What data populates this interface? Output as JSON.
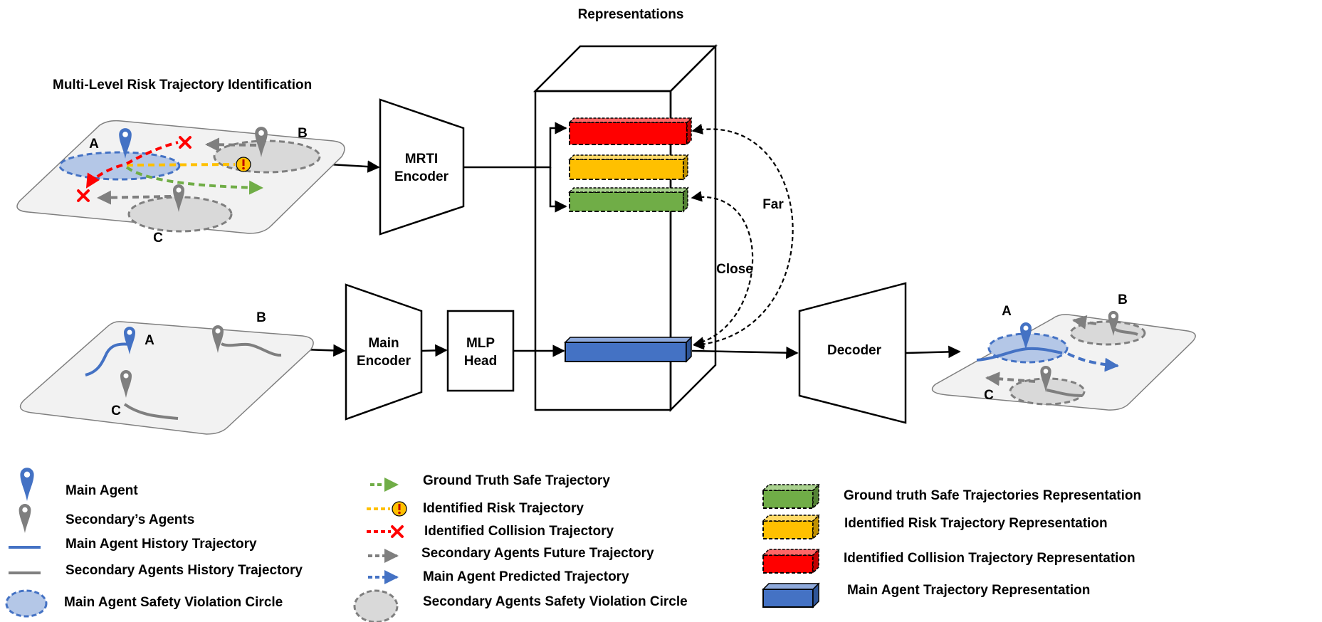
{
  "colors": {
    "main_agent": "#4472C4",
    "main_agent_fill": "#B4C7E7",
    "secondary_agent": "#7F7F7F",
    "secondary_fill": "#D9D9D9",
    "panel_fill": "#F2F2F2",
    "safe_green": "#70AD47",
    "risk_yellow": "#FFC000",
    "collision_red": "#FF0000",
    "warning_icon": "#FFC000",
    "block_green": "#70AD47",
    "block_yellow": "#FFC000",
    "block_red": "#FF0000",
    "block_blue": "#4472C4"
  },
  "titles": {
    "representations": "Representations",
    "mrti_title": "Multi-Level Risk Trajectory Identification"
  },
  "top_scene": {
    "label_a": "A",
    "label_b": "B",
    "label_c": "C"
  },
  "bottom_scene": {
    "label_a": "A",
    "label_b": "B",
    "label_c": "C"
  },
  "output_scene": {
    "label_a": "A",
    "label_b": "B",
    "label_c": "C"
  },
  "modules": {
    "mrti_encoder": [
      "MRTI",
      "Encoder"
    ],
    "main_encoder": [
      "Main",
      "Encoder"
    ],
    "mlp_head": [
      "MLP",
      "Head"
    ],
    "decoder": "Decoder"
  },
  "relations": {
    "far": "Far",
    "close": "Close"
  },
  "legend_left": [
    {
      "icon": "main-agent-pin-icon",
      "label": "Main Agent"
    },
    {
      "icon": "secondary-agent-pin-icon",
      "label": "Secondary’s Agents"
    },
    {
      "icon": "main-history-line-icon",
      "label": "Main Agent History Trajectory"
    },
    {
      "icon": "secondary-history-line-icon",
      "label": "Secondary Agents History Trajectory"
    },
    {
      "icon": "main-safety-circle-icon",
      "label": "Main Agent Safety Violation Circle"
    }
  ],
  "legend_middle": [
    {
      "icon": "green-dashed-arrow-icon",
      "label": "Ground Truth Safe Trajectory"
    },
    {
      "icon": "yellow-dashed-warning-icon",
      "label": "Identified Risk Trajectory"
    },
    {
      "icon": "red-dashed-collision-icon",
      "label": "Identified Collision  Trajectory"
    },
    {
      "icon": "gray-dashed-arrow-icon",
      "label": "Secondary Agents Future Trajectory"
    },
    {
      "icon": "blue-dashed-arrow-icon",
      "label": "Main Agent Predicted Trajectory"
    },
    {
      "icon": "secondary-safety-circle-icon",
      "label": "Secondary Agents Safety Violation Circle"
    }
  ],
  "legend_right": [
    {
      "icon": "green-block-icon",
      "label": "Ground truth Safe Trajectories Representation"
    },
    {
      "icon": "yellow-block-icon",
      "label": "Identified Risk Trajectory Representation"
    },
    {
      "icon": "red-block-icon",
      "label": "Identified Collision Trajectory Representation"
    },
    {
      "icon": "blue-block-icon",
      "label": "Main Agent Trajectory Representation"
    }
  ]
}
